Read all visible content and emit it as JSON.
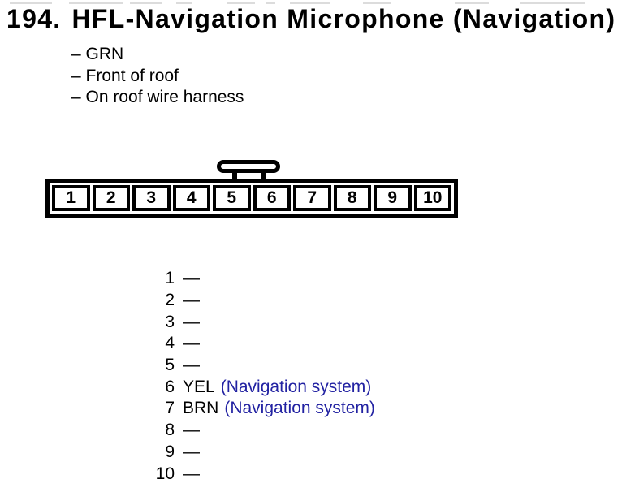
{
  "page": {
    "title_number": "194.",
    "title": "HFL-Navigation Microphone (Navigation)",
    "notes": [
      "– GRN",
      "– Front of roof",
      "– On roof wire harness"
    ]
  },
  "connector": {
    "pins": [
      "1",
      "2",
      "3",
      "4",
      "5",
      "6",
      "7",
      "8",
      "9",
      "10"
    ]
  },
  "pin_list": [
    {
      "pin": "1",
      "wire": "—",
      "link": ""
    },
    {
      "pin": "2",
      "wire": "—",
      "link": ""
    },
    {
      "pin": "3",
      "wire": "—",
      "link": ""
    },
    {
      "pin": "4",
      "wire": "—",
      "link": ""
    },
    {
      "pin": "5",
      "wire": "—",
      "link": ""
    },
    {
      "pin": "6",
      "wire": "YEL",
      "link": "(Navigation system)"
    },
    {
      "pin": "7",
      "wire": "BRN",
      "link": "(Navigation system)"
    },
    {
      "pin": "8",
      "wire": "—",
      "link": ""
    },
    {
      "pin": "9",
      "wire": "—",
      "link": ""
    },
    {
      "pin": "10",
      "wire": "—",
      "link": ""
    }
  ],
  "colors": {
    "link_blue": "#2222a2",
    "ink": "#000000",
    "background": "#ffffff"
  }
}
